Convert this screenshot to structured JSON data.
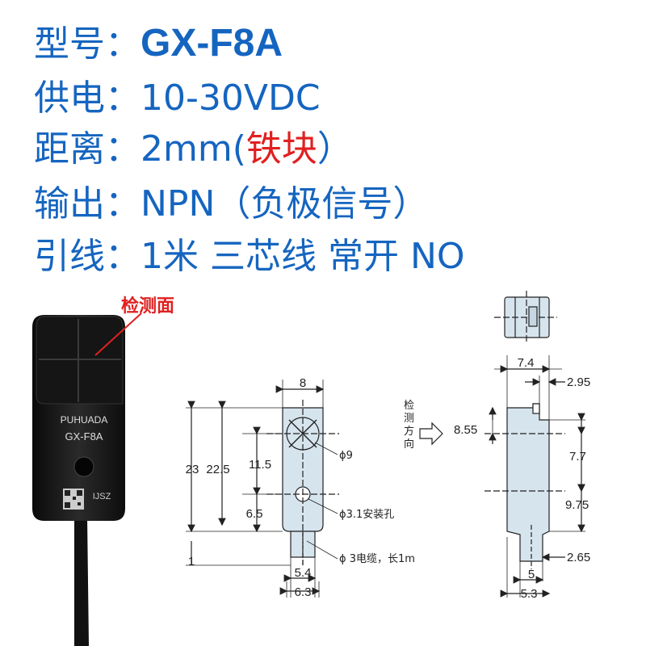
{
  "specs": {
    "model": {
      "label": "型号：",
      "value": "GX-F8A"
    },
    "power": {
      "label": "供电：",
      "value": "10-30VDC"
    },
    "distance": {
      "label": "距离：",
      "value": "2mm(",
      "highlight": "铁块",
      "suffix": "）"
    },
    "output": {
      "label": "输出：",
      "value": "NPN（负极信号）"
    },
    "lead": {
      "label": "引线：",
      "value": "1米 三芯线 常开 NO"
    }
  },
  "photo": {
    "callout": "检测面",
    "brand": "PUHUADA",
    "model_print": "GX-F8A",
    "side_mark": "IJSZ"
  },
  "front_view": {
    "dims": {
      "width_top": "8",
      "overall_height": "23",
      "body_height": "22.5",
      "upper_hole_spacing": "11.5",
      "lower_offset": "6.5",
      "cable_protrusion": "1",
      "cable_width_inner": "5.4",
      "cable_width_outer": "6.3"
    },
    "callouts": {
      "sensing_dia": "ϕ9",
      "mount_hole": "ϕ3.1安装孔",
      "cable": "ϕ 3电缆，长1m"
    }
  },
  "side_view": {
    "detect_direction": [
      "检",
      "测",
      "方",
      "向"
    ],
    "dims": {
      "top_width": "7.4",
      "step": "2.95",
      "sense_center": "8.55",
      "mid": "7.7",
      "lower": "9.75",
      "cable_offset": "2.65",
      "bottom_inner": "5",
      "bottom_outer": "5.3"
    }
  },
  "colors": {
    "accent_blue": "#1565c0",
    "highlight_red": "#e02020",
    "drawing_fill": "#d6e4ee"
  }
}
